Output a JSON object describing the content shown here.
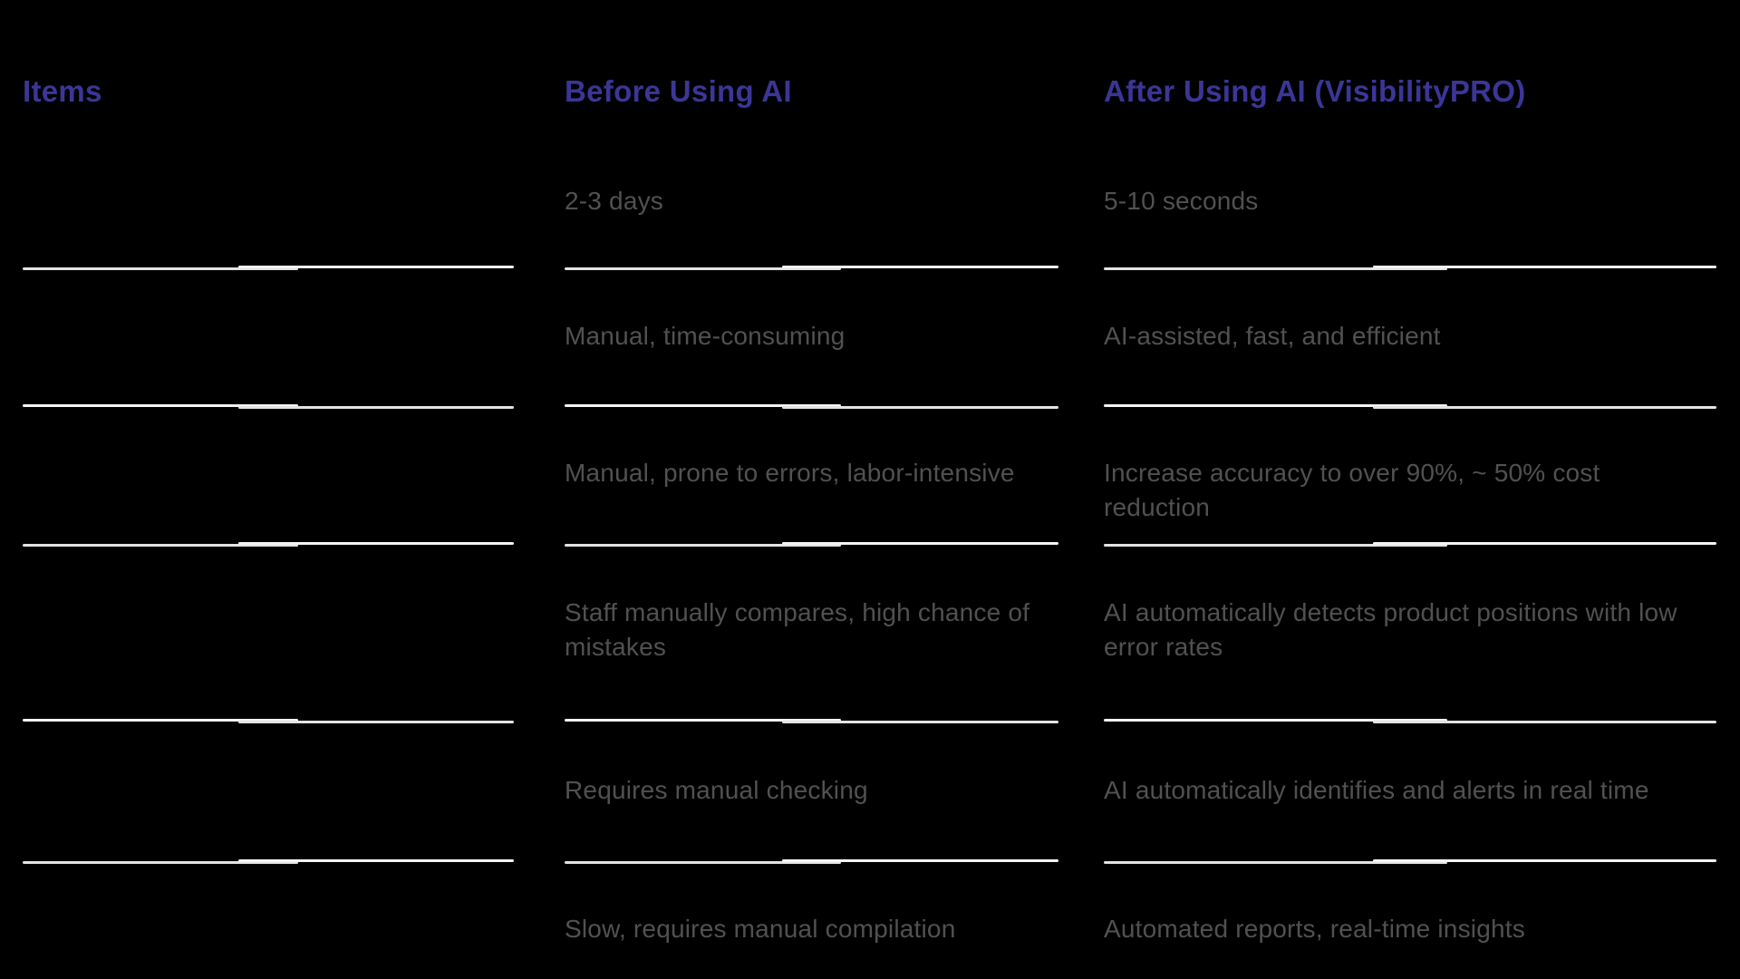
{
  "colors": {
    "background": "#000000",
    "header_text": "#3b3696",
    "body_text": "#515151",
    "divider": "#f0f0f0"
  },
  "table": {
    "columns": [
      {
        "label": "Items"
      },
      {
        "label": "Before Using AI"
      },
      {
        "label": "After Using AI (VisibilityPRO)"
      }
    ],
    "rows": [
      {
        "item": "",
        "before": "2-3 days",
        "after": "5-10 seconds"
      },
      {
        "item": "",
        "before": "Manual, time-consuming",
        "after": "AI-assisted, fast, and efficient"
      },
      {
        "item": "",
        "before": "Manual, prone to errors, labor-intensive",
        "after": "Increase accuracy to over 90%, ~ 50% cost reduction"
      },
      {
        "item": "",
        "before": "Staff manually compares, high chance of mistakes",
        "after": "AI automatically detects product positions with low error rates"
      },
      {
        "item": "",
        "before": "Requires manual checking",
        "after": "AI automatically identifies and alerts in real time"
      },
      {
        "item": "",
        "before": "Slow, requires manual compilation",
        "after": "Automated reports, real-time insights"
      }
    ]
  }
}
